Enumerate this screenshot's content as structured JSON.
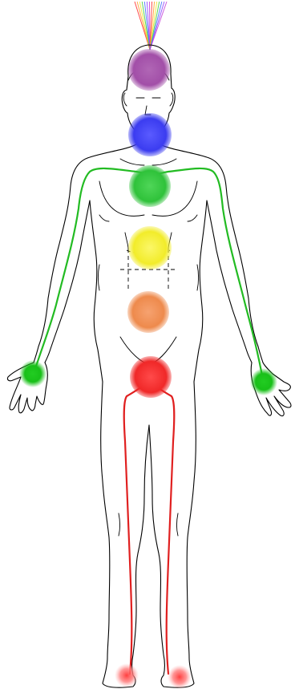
{
  "figure": {
    "subject": "human-body-outline",
    "line_color": "#000000",
    "background": "#ffffff"
  },
  "crown_rays": {
    "colors": [
      "#ff2a2a",
      "#ff9a2a",
      "#f2e62a",
      "#3fcf3f",
      "#3f6bff",
      "#8a3fff",
      "#c43fd6",
      "#ff2a2a",
      "#ff9a2a",
      "#f2e62a",
      "#3fcf3f",
      "#3f6bff",
      "#8a3fff",
      "#c43fd6"
    ]
  },
  "chakras": [
    {
      "id": "crown",
      "color": "#a24fa8"
    },
    {
      "id": "throat",
      "color": "#3b3cf0"
    },
    {
      "id": "heart",
      "color": "#2fc23a"
    },
    {
      "id": "solar-plexus",
      "color": "#f2ec2a"
    },
    {
      "id": "sacral",
      "color": "#ee8a4c"
    },
    {
      "id": "root",
      "color": "#f02828"
    }
  ],
  "hand_points": [
    {
      "id": "left-hand",
      "color": "#18c018"
    },
    {
      "id": "right-hand",
      "color": "#18c018"
    }
  ],
  "foot_points": [
    {
      "id": "left-foot",
      "color": "#ff6a6a"
    },
    {
      "id": "right-foot",
      "color": "#ff6a6a"
    }
  ],
  "channels": {
    "arms": {
      "color": "#22bb22"
    },
    "legs": {
      "color": "#e02020"
    }
  }
}
